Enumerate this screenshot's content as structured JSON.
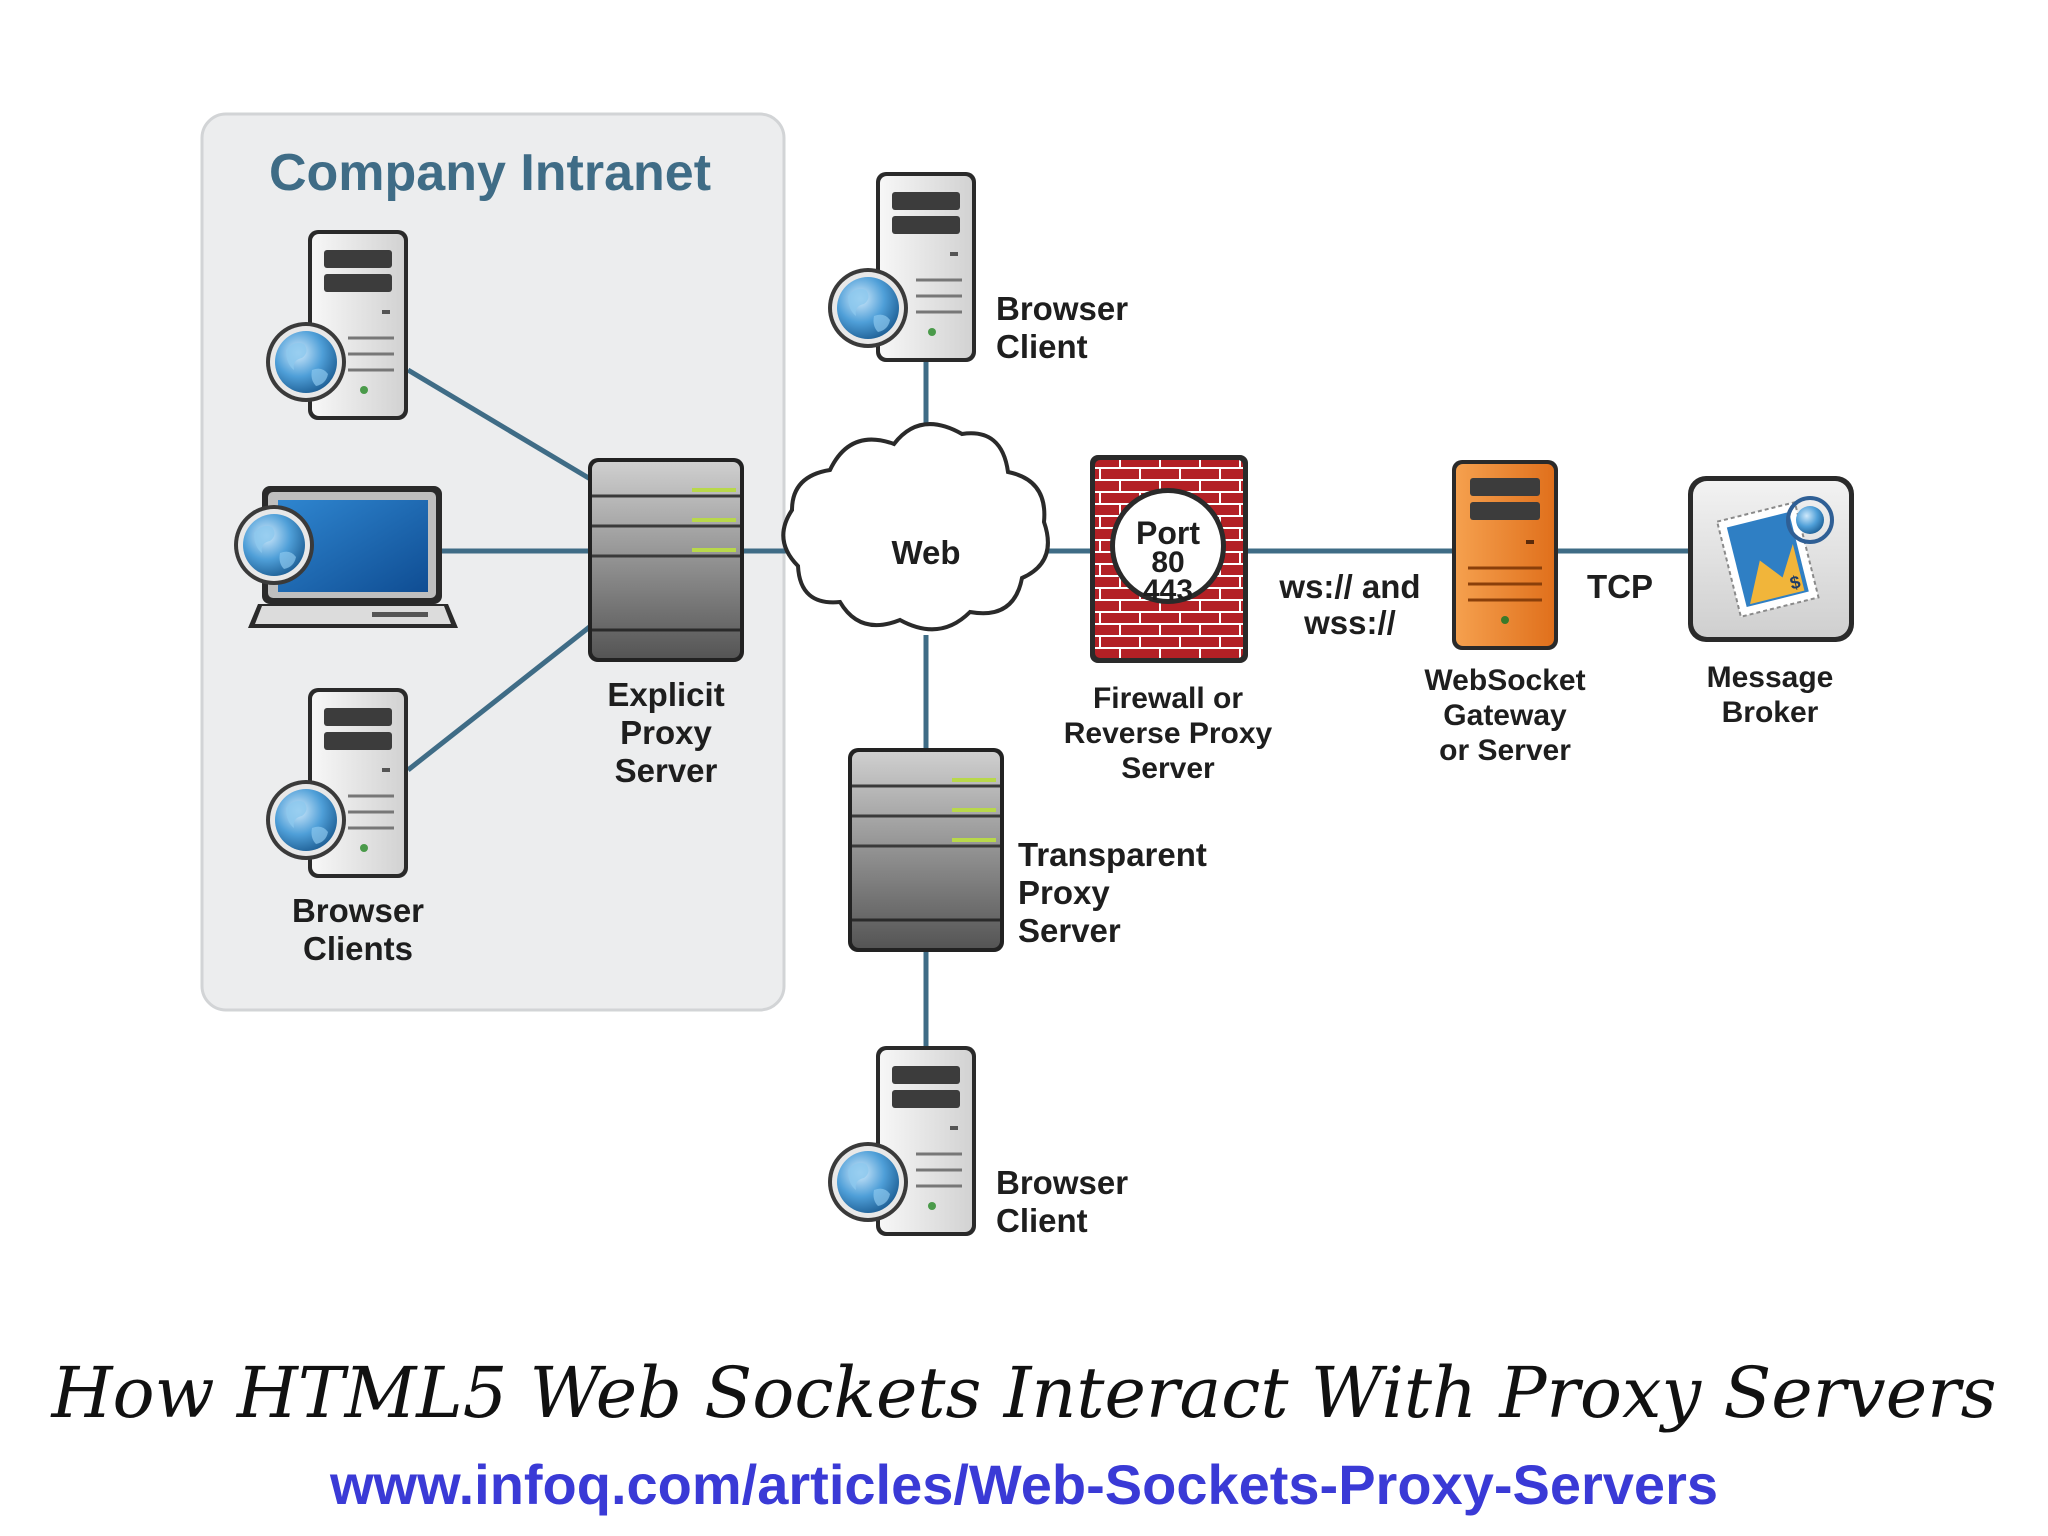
{
  "intranet": {
    "title": "Company Intranet"
  },
  "nodes": {
    "browser_clients_group": [
      "Browser",
      "Clients"
    ],
    "explicit_proxy": [
      "Explicit",
      "Proxy",
      "Server"
    ],
    "web_cloud": "Web",
    "browser_client_top": [
      "Browser",
      "Client"
    ],
    "browser_client_bottom": [
      "Browser",
      "Client"
    ],
    "transparent_proxy": [
      "Transparent",
      "Proxy",
      "Server"
    ],
    "firewall": [
      "Firewall or",
      "Reverse Proxy",
      "Server"
    ],
    "firewall_ports": [
      "Port",
      "80",
      "443"
    ],
    "websocket_gateway": [
      "WebSocket",
      "Gateway",
      "or Server"
    ],
    "message_broker": [
      "Message",
      "Broker"
    ]
  },
  "edges": {
    "ws_protocol": [
      "ws:// and",
      "wss://"
    ],
    "tcp": "TCP"
  },
  "caption": "How HTML5 Web Sockets Interact With Proxy Servers",
  "source_url": "www.infoq.com/articles/Web-Sockets-Proxy-Servers",
  "icons": [
    "server-icon",
    "globe-icon",
    "laptop-icon",
    "proxy-server-icon",
    "cloud-icon",
    "firewall-icon",
    "message-broker-stamp-icon"
  ],
  "colors": {
    "line": "#3f6c86",
    "intranet_title": "#3f6c86",
    "firewall_brick": "#b32025",
    "gateway": "#f08a2c",
    "link": "#3a3ad6"
  }
}
